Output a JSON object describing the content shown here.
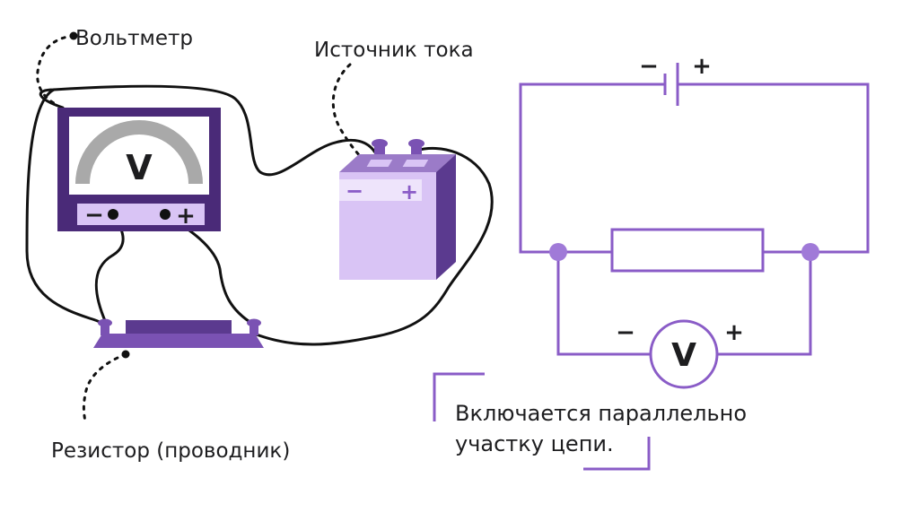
{
  "labels": {
    "voltmeter": "Вольтметр",
    "source": "Источник тока",
    "resistor": "Резистор (проводник)",
    "note_line1": "Включается параллельно",
    "note_line2": "участку цепи."
  },
  "voltmeter": {
    "symbol": "V",
    "minus": "−",
    "plus": "+"
  },
  "battery": {
    "minus": "−",
    "plus": "+"
  },
  "schematic": {
    "battery_minus": "−",
    "battery_plus": "+",
    "meter_symbol": "V",
    "meter_minus": "−",
    "meter_plus": "+"
  },
  "colors": {
    "purple_dark": "#4a2a78",
    "purple_mid": "#7a52b3",
    "purple_light": "#d9c4f5",
    "purple_line": "#8a5cc7",
    "wire": "#111111"
  }
}
